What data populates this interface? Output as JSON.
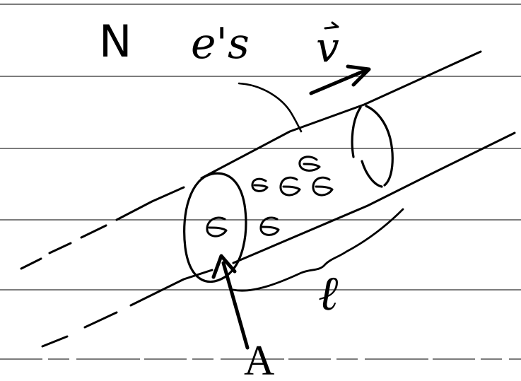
{
  "labels": {
    "count": "N",
    "particles": "e's",
    "velocity": "v",
    "length": "ℓ",
    "area": "A"
  },
  "colors": {
    "ink": "#000000",
    "paper": "#ffffff",
    "ruled_line": "#2f2f2f"
  }
}
